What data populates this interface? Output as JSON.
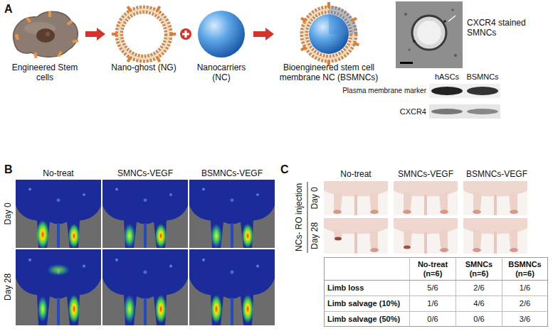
{
  "diagram": {
    "nodes": [
      {
        "text": [
          "Engineered Stem cells"
        ]
      },
      {
        "text": [
          "Nano-ghost (NG)"
        ]
      },
      {
        "text": [
          "Nanocarriers (NC)"
        ]
      },
      {
        "text": [
          "Bioengineered stem cell membrane NC (BSMNCs)"
        ]
      }
    ],
    "edges": [
      {
        "from": 0,
        "to": 1,
        "arrow": "to"
      },
      {
        "from": 2,
        "to": 3,
        "arrow": "to"
      }
    ],
    "labels": [
      "A",
      "CXCR4 stained SMNCs",
      "hASCs",
      "BSMNCs",
      "Plasma membrane marker",
      "CXCR4",
      "B",
      "No-treat",
      "SMNCs-VEGF",
      "BSMNCs-VEGF",
      "Day 0",
      "Day 28",
      "C",
      "NCs- RO injection",
      "No-treat",
      "SMNCs-VEGF",
      "BSMNCs-VEGF",
      "Day 0",
      "Day 28",
      "No-treat (n=6)",
      "SMNCs (n=6)",
      "BSMNCs (n=6)",
      "Limb loss",
      "5/6",
      "2/6",
      "1/6",
      "Limb salvage (10%)",
      "1/6",
      "4/6",
      "2/6",
      "Limb salvage (50%)",
      "0/6",
      "0/6",
      "3/6"
    ]
  }
}
